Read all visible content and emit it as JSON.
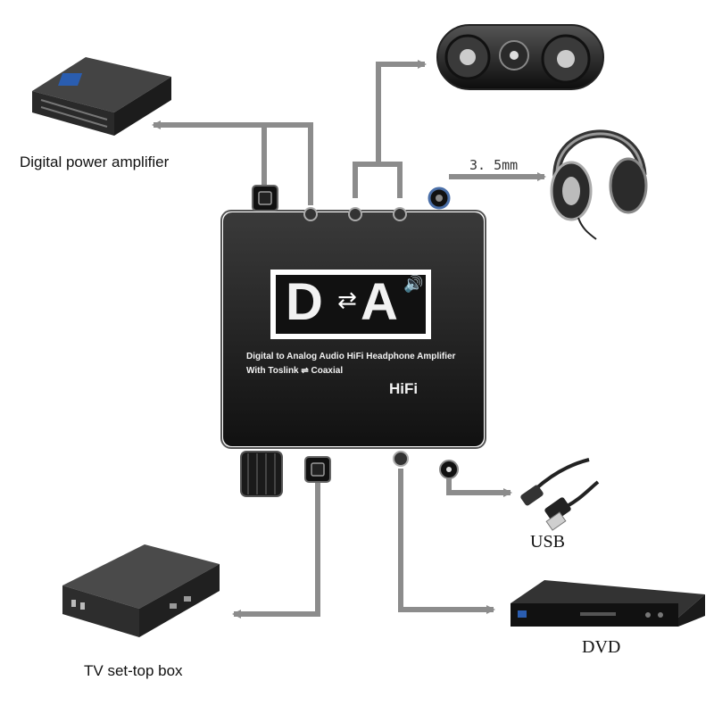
{
  "device": {
    "logo_left": "D",
    "logo_right": "A",
    "subtitle": "Digital to Analog Audio HiFi Headphone Amplifier",
    "features": "With Toslink ⇌ Coaxial",
    "badge": "HiFi"
  },
  "connections": {
    "amplifier": {
      "label": "Digital power amplifier",
      "icon": "amplifier-icon"
    },
    "speaker": {
      "label": "",
      "icon": "speaker-icon"
    },
    "headphones": {
      "label": "3. 5mm",
      "icon": "headphones-icon"
    },
    "usb": {
      "label": "USB",
      "icon": "usb-cable-icon"
    },
    "settop": {
      "label": "TV set-top box",
      "icon": "set-top-box-icon"
    },
    "dvd": {
      "label": "DVD",
      "icon": "dvd-player-icon"
    }
  },
  "colors": {
    "arrow": "#8c8c8c",
    "device_body": "#222222",
    "device_text": "#f2f2f2"
  }
}
